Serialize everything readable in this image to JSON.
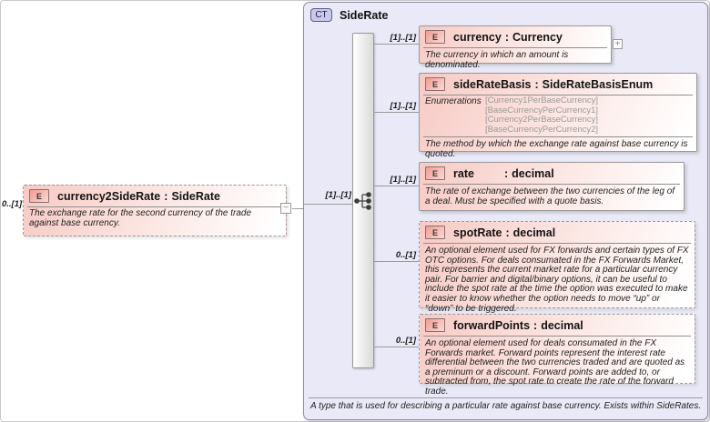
{
  "left_element": {
    "badge": "E",
    "cardinality": "0..[1]",
    "name": "currency2SideRate",
    "colon": ":",
    "type": "SideRate",
    "description": "The exchange rate for the second currency of the trade against base currency.",
    "collapse_glyph": "−"
  },
  "complex_type": {
    "badge": "CT",
    "title": "SideRate",
    "compositor": "sequence",
    "incoming_cardinality": "[1]..[1]",
    "footnote": "A type that is used for describing a particular rate against base currency. Exists within SideRates."
  },
  "elements": [
    {
      "badge": "E",
      "cardinality": "[1]..[1]",
      "name": "currency",
      "colon": ":",
      "type": "Currency",
      "description": "The currency in which an amount is denominated.",
      "expand_glyph": "+"
    },
    {
      "badge": "E",
      "cardinality": "[1]..[1]",
      "name": "sideRateBasis",
      "colon": ":",
      "type": "SideRateBasisEnum",
      "enumerations_label": "Enumerations",
      "enumerations": [
        "[Currency1PerBaseCurrency]",
        "[BaseCurrencyPerCurrency1]",
        "[Currency2PerBaseCurrency]",
        "[BaseCurrencyPerCurrency2]"
      ],
      "description": "The method by which the exchange rate against base currency is quoted."
    },
    {
      "badge": "E",
      "cardinality": "[1]..[1]",
      "name": "rate",
      "colon": ":",
      "type": "decimal",
      "description": "The rate of exchange between the two currencies of the leg of a deal. Must be specified with a quote basis."
    },
    {
      "badge": "E",
      "cardinality": "0..[1]",
      "name": "spotRate",
      "colon": ":",
      "type": "decimal",
      "description": "An optional element used for FX forwards and certain types of FX OTC options. For deals consumated in the FX Forwards Market, this represents the current market rate for a particular currency pair. For barrier and digital/binary options, it can be useful to include the spot rate at the time the option was executed to make it easier to know whether the option needs to move “up” or “down” to be triggered."
    },
    {
      "badge": "E",
      "cardinality": "0..[1]",
      "name": "forwardPoints",
      "colon": ":",
      "type": "decimal",
      "description": "An optional element used for deals consumated in the FX Forwards market. Forward points represent the interest rate differential between the two currencies traded and are quoted as a preminum or a discount. Forward points are added to, or subtracted from, the spot rate to create the rate of the forward trade."
    }
  ],
  "colors": {
    "element_pink": "#f7cac4",
    "container_lavender": "#e9e9f7",
    "badge_lavender": "#c9c9ef",
    "border_gray": "#9a9a9a"
  }
}
